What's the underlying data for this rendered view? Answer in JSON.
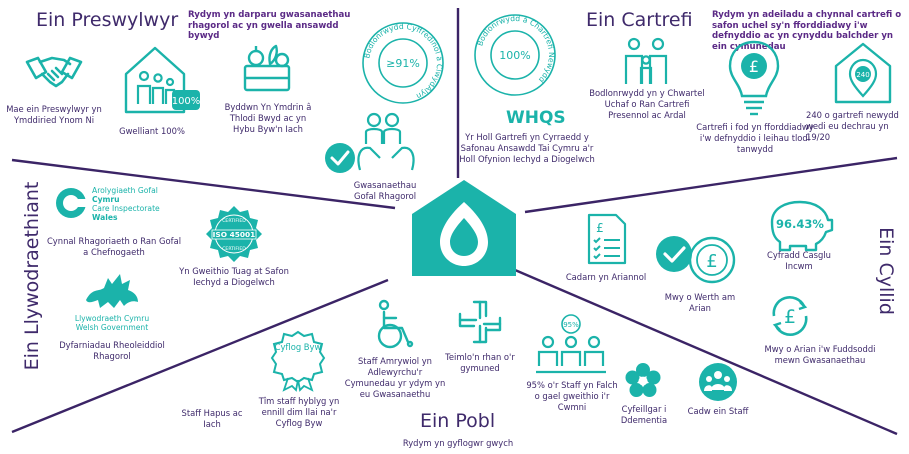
{
  "sections": {
    "residents": {
      "heading": "Ein Preswylwyr",
      "subheading": "Rydym yn darparu gwasanaethau rhagorol ac yn gwella ansawdd bywyd",
      "items": [
        {
          "caption": "Mae ein Preswylwyr yn Ymddiried Ynom Ni"
        },
        {
          "caption": "Gwelliant 100%",
          "value": "100%"
        },
        {
          "caption": "Byddwn Yn Ymdrin â Thlodi Bwyd ac yn Hybu Byw'n Iach"
        },
        {
          "caption": "Gwasanaethau Gofal Rhagorol"
        }
      ],
      "badge": {
        "value": "≥91%",
        "ring_text": "Bodlonrwydd Cyffredinol â ClwydAlyn"
      }
    },
    "homes": {
      "heading": "Ein Cartrefi",
      "subheading": "Rydym yn adeiladu a chynnal cartrefi o safon uchel sy'n fforddiadwy i'w defnyddio ac yn cynyddu balchder yn ein cymunedau",
      "badge": {
        "value": "100%",
        "ring_text": "Bodlonrwydd â Chartrefi Newydd"
      },
      "whqs": {
        "title": "WHQS",
        "caption": "Yr Holl Gartrefi yn Cyrraedd y Safonau Ansawdd Tai Cymru a'r Holl Ofynion Iechyd a Diogelwch"
      },
      "items": [
        {
          "caption": "Bodlonrwydd yn y Chwartel Uchaf o Ran Cartrefi Presennol ac Ardal"
        },
        {
          "caption": "Cartrefi i fod yn fforddiadwy i'w defnyddio i leihau tlodi tanwydd"
        },
        {
          "caption": "240 o gartrefi newydd wedi eu dechrau yn 19/20",
          "value": "240"
        }
      ]
    },
    "governance": {
      "heading": "Ein Llywodraethiant",
      "cic": {
        "line1": "Arolygiaeth Gofal",
        "line2": "Cymru",
        "line3": "Care Inspectorate",
        "line4": "Wales"
      },
      "cic_caption": "Cynnal Rhagoriaeth o Ran Gofal a Chefnogaeth",
      "iso": {
        "top": "CERTIFIED",
        "mid": "ISO 45001",
        "bottom": "CERTIFIED"
      },
      "iso_caption": "Yn Gweithio Tuag at Safon Iechyd a Diogelwch",
      "welsh_gov": {
        "line1": "Llywodraeth Cymru",
        "line2": "Welsh Government"
      },
      "welsh_gov_caption": "Dyfarniadau Rheoleiddiol Rhagorol"
    },
    "finance": {
      "heading": "Ein Cyllid",
      "items": [
        {
          "caption": "Cadarn yn Ariannol"
        },
        {
          "caption": "Mwy o Werth am Arian"
        },
        {
          "caption": "Cyfradd Casglu Incwm",
          "value": "96.43%"
        },
        {
          "caption": "Mwy o Arian i'w Fuddsoddi mewn Gwasanaethau"
        }
      ],
      "pound": "£"
    },
    "people": {
      "heading": "Ein Pobl",
      "subheading": "Rydym yn gyflogwr gwych",
      "items": [
        {
          "caption": "Staff Hapus ac Iach"
        },
        {
          "caption": "Tîm staff hyblyg yn ennill dim llai na'r Cyflog Byw",
          "label": "Cyflog Byw"
        },
        {
          "caption": "Staff Amrywiol yn Adlewyrchu'r Cymunedau yr ydym yn eu Gwasanaethu"
        },
        {
          "caption": "Teimlo'n rhan o'r gymuned"
        },
        {
          "caption": "95% o'r Staff yn Falch o gael gweithio i'r Cwmni",
          "value": "95%"
        },
        {
          "caption": "Cyfeillgar i Ddementia"
        },
        {
          "caption": "Cadw ein Staff"
        }
      ]
    }
  },
  "colors": {
    "teal": "#1bb3aa",
    "navy": "#3f2a6b",
    "purple": "#5b2a86",
    "line": "#3b2466"
  }
}
